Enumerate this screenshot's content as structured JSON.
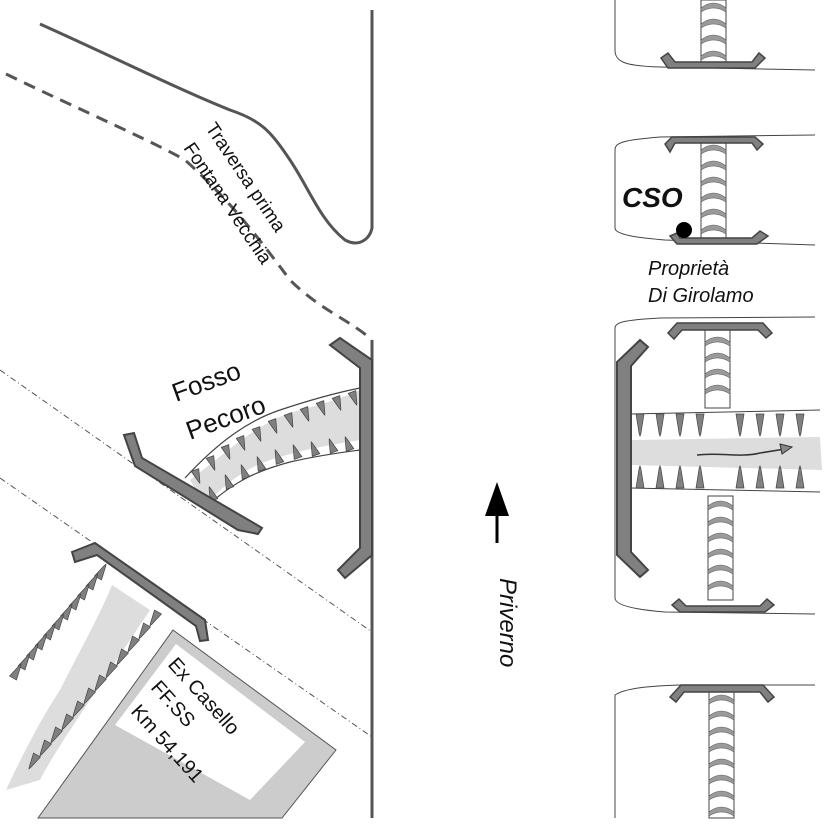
{
  "labels": {
    "traversa_line1": "Traversa prima",
    "traversa_line2": "Fontana Vecchia",
    "fosso_line1": "Fosso",
    "fosso_line2": "Pecoro",
    "casello_line1": "Ex Casello",
    "casello_line2": "FF.SS",
    "casello_line3": "Km 54,191",
    "direction": "Priverno",
    "cso": "CSO",
    "proprieta_line1": "Proprietà",
    "proprieta_line2": "Di Girolamo"
  },
  "colors": {
    "structure_fill": "#808080",
    "structure_stroke": "#444444",
    "channel_fill": "#dddddd",
    "building_fill": "#cccccc",
    "line": "#555555",
    "text": "#111111"
  }
}
